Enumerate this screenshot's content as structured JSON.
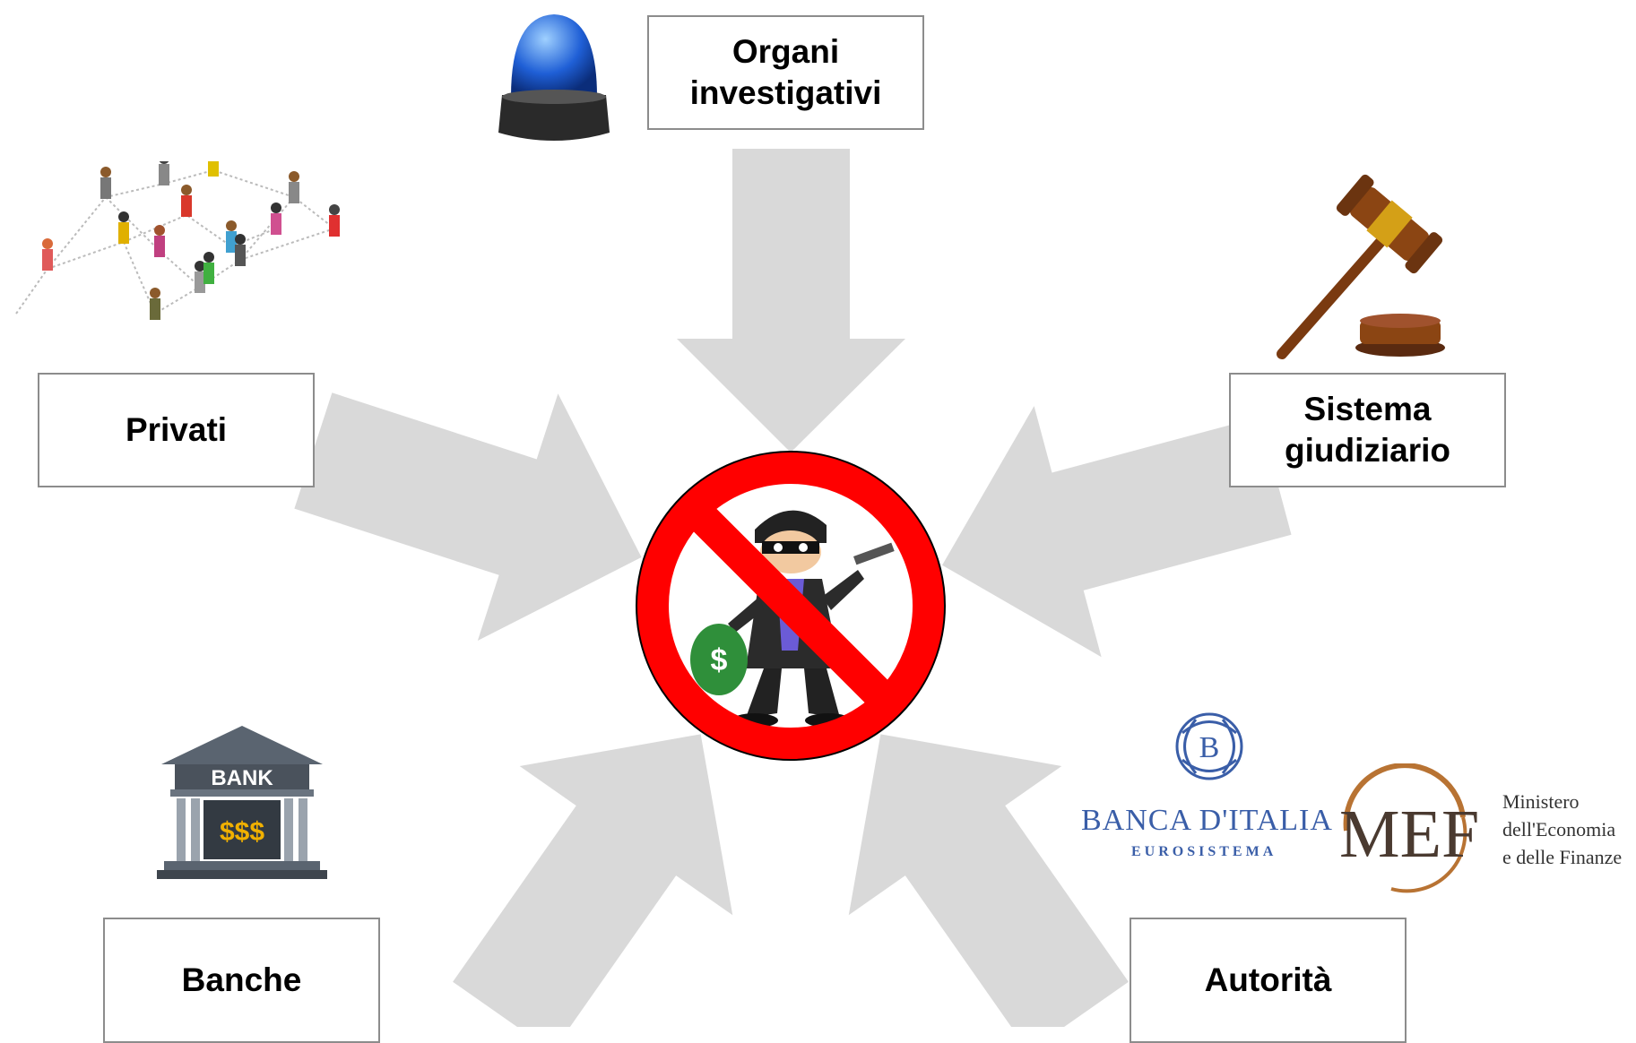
{
  "nodes": {
    "organi": {
      "label": "Organi\ninvestigativi",
      "icon": "police-siren-icon"
    },
    "privati": {
      "label": "Privati",
      "icon": "people-network-icon"
    },
    "sistema": {
      "label": "Sistema\ngiudiziario",
      "icon": "gavel-icon"
    },
    "banche": {
      "label": "Banche",
      "icon": "bank-icon"
    },
    "autorita": {
      "label": "Autorità",
      "icon": "authorities-logos"
    }
  },
  "center": {
    "icon": "no-robber-icon"
  },
  "logos": {
    "bancaditalia_name": "BANCA D'ITALIA",
    "bancaditalia_sub": "EUROSISTEMA",
    "mef": "MEF",
    "mef_line1": "Ministero",
    "mef_line2": "dell'Economia",
    "mef_line3": "e delle Finanze",
    "bank_sign": "BANK",
    "bank_money": "$$$"
  },
  "colors": {
    "arrow": "#d9d9d9",
    "prohibit": "#ff0000",
    "box_border": "#8c8c8c",
    "siren": "#1f5fd6",
    "gavel": "#8b4513"
  }
}
